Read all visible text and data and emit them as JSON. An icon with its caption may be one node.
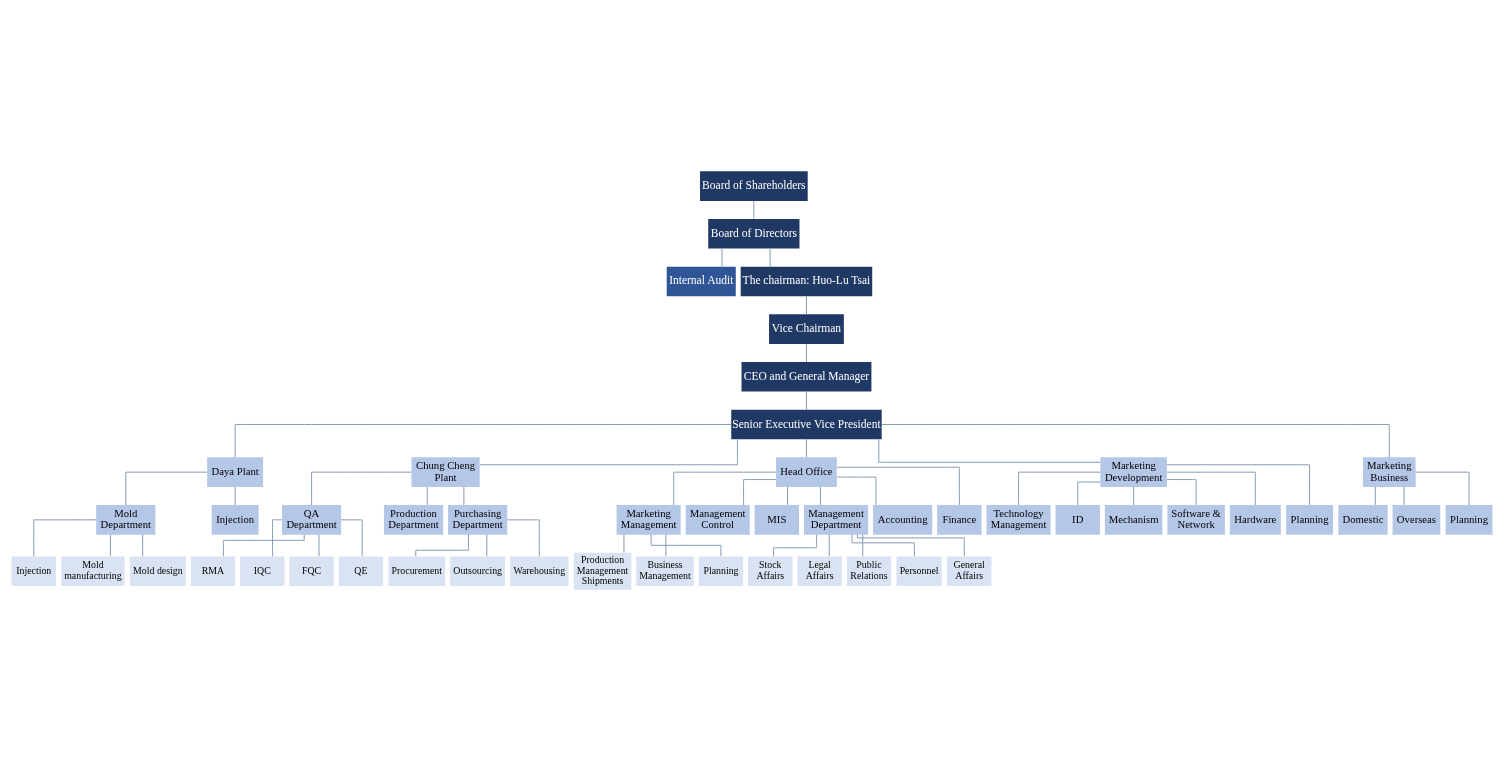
{
  "diagram": {
    "nodes": [
      {
        "text": [
          "Board of Shareholders"
        ]
      },
      {
        "text": [
          "Board of Directors"
        ]
      },
      {
        "text": [
          "Internal Audit"
        ]
      },
      {
        "text": [
          "The chairman: Huo-Lu Tsai"
        ]
      },
      {
        "text": [
          "Vice Chairman"
        ]
      },
      {
        "text": [
          "CEO and General Manager"
        ]
      },
      {
        "text": [
          "Senior Executive Vice President"
        ]
      },
      {
        "text": [
          "Daya Plant"
        ]
      },
      {
        "text": [
          "Chung Cheng Plant"
        ]
      },
      {
        "text": [
          "Head Office"
        ]
      },
      {
        "text": [
          "Marketing Development"
        ]
      },
      {
        "text": [
          "Marketing Business"
        ]
      },
      {
        "text": [
          "Mold Department"
        ]
      },
      {
        "text": [
          "Injection"
        ]
      },
      {
        "text": [
          "Injection"
        ]
      },
      {
        "text": [
          "Mold manufacturing"
        ]
      },
      {
        "text": [
          "Mold design"
        ]
      },
      {
        "text": [
          "QA Department"
        ]
      },
      {
        "text": [
          "Production Department"
        ]
      },
      {
        "text": [
          "Purchasing Department"
        ]
      },
      {
        "text": [
          "RMA"
        ]
      },
      {
        "text": [
          "IQC"
        ]
      },
      {
        "text": [
          "FQC"
        ]
      },
      {
        "text": [
          "QE"
        ]
      },
      {
        "text": [
          "Procurement"
        ]
      },
      {
        "text": [
          "Outsourcing"
        ]
      },
      {
        "text": [
          "Warehousing"
        ]
      },
      {
        "text": [
          "Marketing Management"
        ]
      },
      {
        "text": [
          "Management Control"
        ]
      },
      {
        "text": [
          "MIS"
        ]
      },
      {
        "text": [
          "Management Department"
        ]
      },
      {
        "text": [
          "Accounting"
        ]
      },
      {
        "text": [
          "Finance"
        ]
      },
      {
        "text": [
          "Production Management Shipments"
        ]
      },
      {
        "text": [
          "Business Management"
        ]
      },
      {
        "text": [
          "Planning"
        ]
      },
      {
        "text": [
          "Stock Affairs"
        ]
      },
      {
        "text": [
          "Legal Affairs"
        ]
      },
      {
        "text": [
          "Public Relations"
        ]
      },
      {
        "text": [
          "Personnel"
        ]
      },
      {
        "text": [
          "General Affairs"
        ]
      },
      {
        "text": [
          "Technology Management"
        ]
      },
      {
        "text": [
          "ID"
        ]
      },
      {
        "text": [
          "Mechanism"
        ]
      },
      {
        "text": [
          "Software & Network"
        ]
      },
      {
        "text": [
          "Hardware"
        ]
      },
      {
        "text": [
          "Planning"
        ]
      },
      {
        "text": [
          "Domestic"
        ]
      },
      {
        "text": [
          "Overseas"
        ]
      },
      {
        "text": [
          "Planning"
        ]
      }
    ],
    "edges": [
      {
        "from": 0,
        "to": 1,
        "arrow": "none"
      },
      {
        "from": 1,
        "to": 2,
        "arrow": "none"
      },
      {
        "from": 1,
        "to": 3,
        "arrow": "none"
      },
      {
        "from": 3,
        "to": 4,
        "arrow": "none"
      },
      {
        "from": 4,
        "to": 5,
        "arrow": "none"
      },
      {
        "from": 5,
        "to": 6,
        "arrow": "none"
      },
      {
        "from": 6,
        "to": 7,
        "arrow": "none"
      },
      {
        "from": 6,
        "to": 8,
        "arrow": "none"
      },
      {
        "from": 6,
        "to": 9,
        "arrow": "none"
      },
      {
        "from": 6,
        "to": 10,
        "arrow": "none"
      },
      {
        "from": 6,
        "to": 11,
        "arrow": "none"
      },
      {
        "from": 7,
        "to": 12,
        "arrow": "none"
      },
      {
        "from": 7,
        "to": 13,
        "arrow": "none"
      },
      {
        "from": 12,
        "to": 14,
        "arrow": "none"
      },
      {
        "from": 12,
        "to": 15,
        "arrow": "none"
      },
      {
        "from": 12,
        "to": 16,
        "arrow": "none"
      },
      {
        "from": 8,
        "to": 17,
        "arrow": "none"
      },
      {
        "from": 8,
        "to": 18,
        "arrow": "none"
      },
      {
        "from": 8,
        "to": 19,
        "arrow": "none"
      },
      {
        "from": 17,
        "to": 20,
        "arrow": "none"
      },
      {
        "from": 17,
        "to": 21,
        "arrow": "none"
      },
      {
        "from": 17,
        "to": 22,
        "arrow": "none"
      },
      {
        "from": 17,
        "to": 23,
        "arrow": "none"
      },
      {
        "from": 19,
        "to": 24,
        "arrow": "none"
      },
      {
        "from": 19,
        "to": 25,
        "arrow": "none"
      },
      {
        "from": 19,
        "to": 26,
        "arrow": "none"
      },
      {
        "from": 9,
        "to": 27,
        "arrow": "none"
      },
      {
        "from": 9,
        "to": 28,
        "arrow": "none"
      },
      {
        "from": 9,
        "to": 29,
        "arrow": "none"
      },
      {
        "from": 9,
        "to": 30,
        "arrow": "none"
      },
      {
        "from": 9,
        "to": 31,
        "arrow": "none"
      },
      {
        "from": 9,
        "to": 32,
        "arrow": "none"
      },
      {
        "from": 27,
        "to": 33,
        "arrow": "none"
      },
      {
        "from": 27,
        "to": 34,
        "arrow": "none"
      },
      {
        "from": 27,
        "to": 35,
        "arrow": "none"
      },
      {
        "from": 30,
        "to": 36,
        "arrow": "none"
      },
      {
        "from": 30,
        "to": 37,
        "arrow": "none"
      },
      {
        "from": 30,
        "to": 38,
        "arrow": "none"
      },
      {
        "from": 30,
        "to": 39,
        "arrow": "none"
      },
      {
        "from": 30,
        "to": 40,
        "arrow": "none"
      },
      {
        "from": 10,
        "to": 41,
        "arrow": "none"
      },
      {
        "from": 10,
        "to": 42,
        "arrow": "none"
      },
      {
        "from": 10,
        "to": 43,
        "arrow": "none"
      },
      {
        "from": 10,
        "to": 44,
        "arrow": "none"
      },
      {
        "from": 10,
        "to": 45,
        "arrow": "none"
      },
      {
        "from": 10,
        "to": 46,
        "arrow": "none"
      },
      {
        "from": 11,
        "to": 47,
        "arrow": "none"
      },
      {
        "from": 11,
        "to": 48,
        "arrow": "none"
      },
      {
        "from": 11,
        "to": 49,
        "arrow": "none"
      }
    ]
  }
}
